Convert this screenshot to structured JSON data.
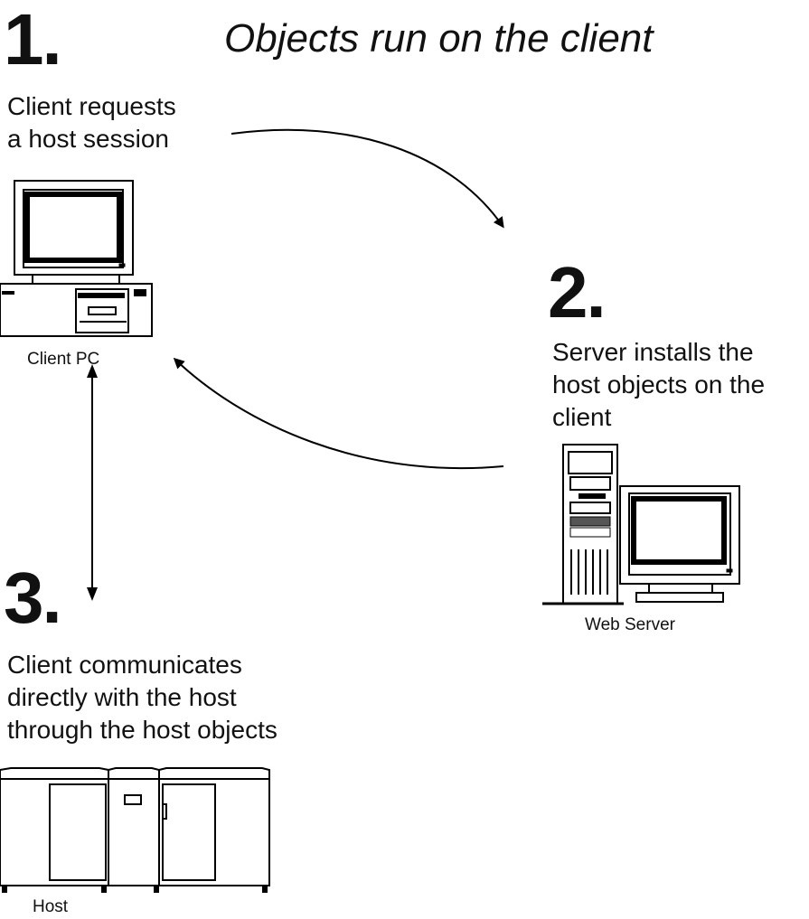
{
  "title": "Objects run on the client",
  "steps": [
    {
      "number": "1.",
      "text": "Client requests\na host session"
    },
    {
      "number": "2.",
      "text": "Server installs the\nhost objects on the\nclient"
    },
    {
      "number": "3.",
      "text": "Client communicates\ndirectly with the host\nthrough the host objects"
    }
  ],
  "nodes": {
    "client": "Client PC",
    "server": "Web Server",
    "host": "Host"
  }
}
